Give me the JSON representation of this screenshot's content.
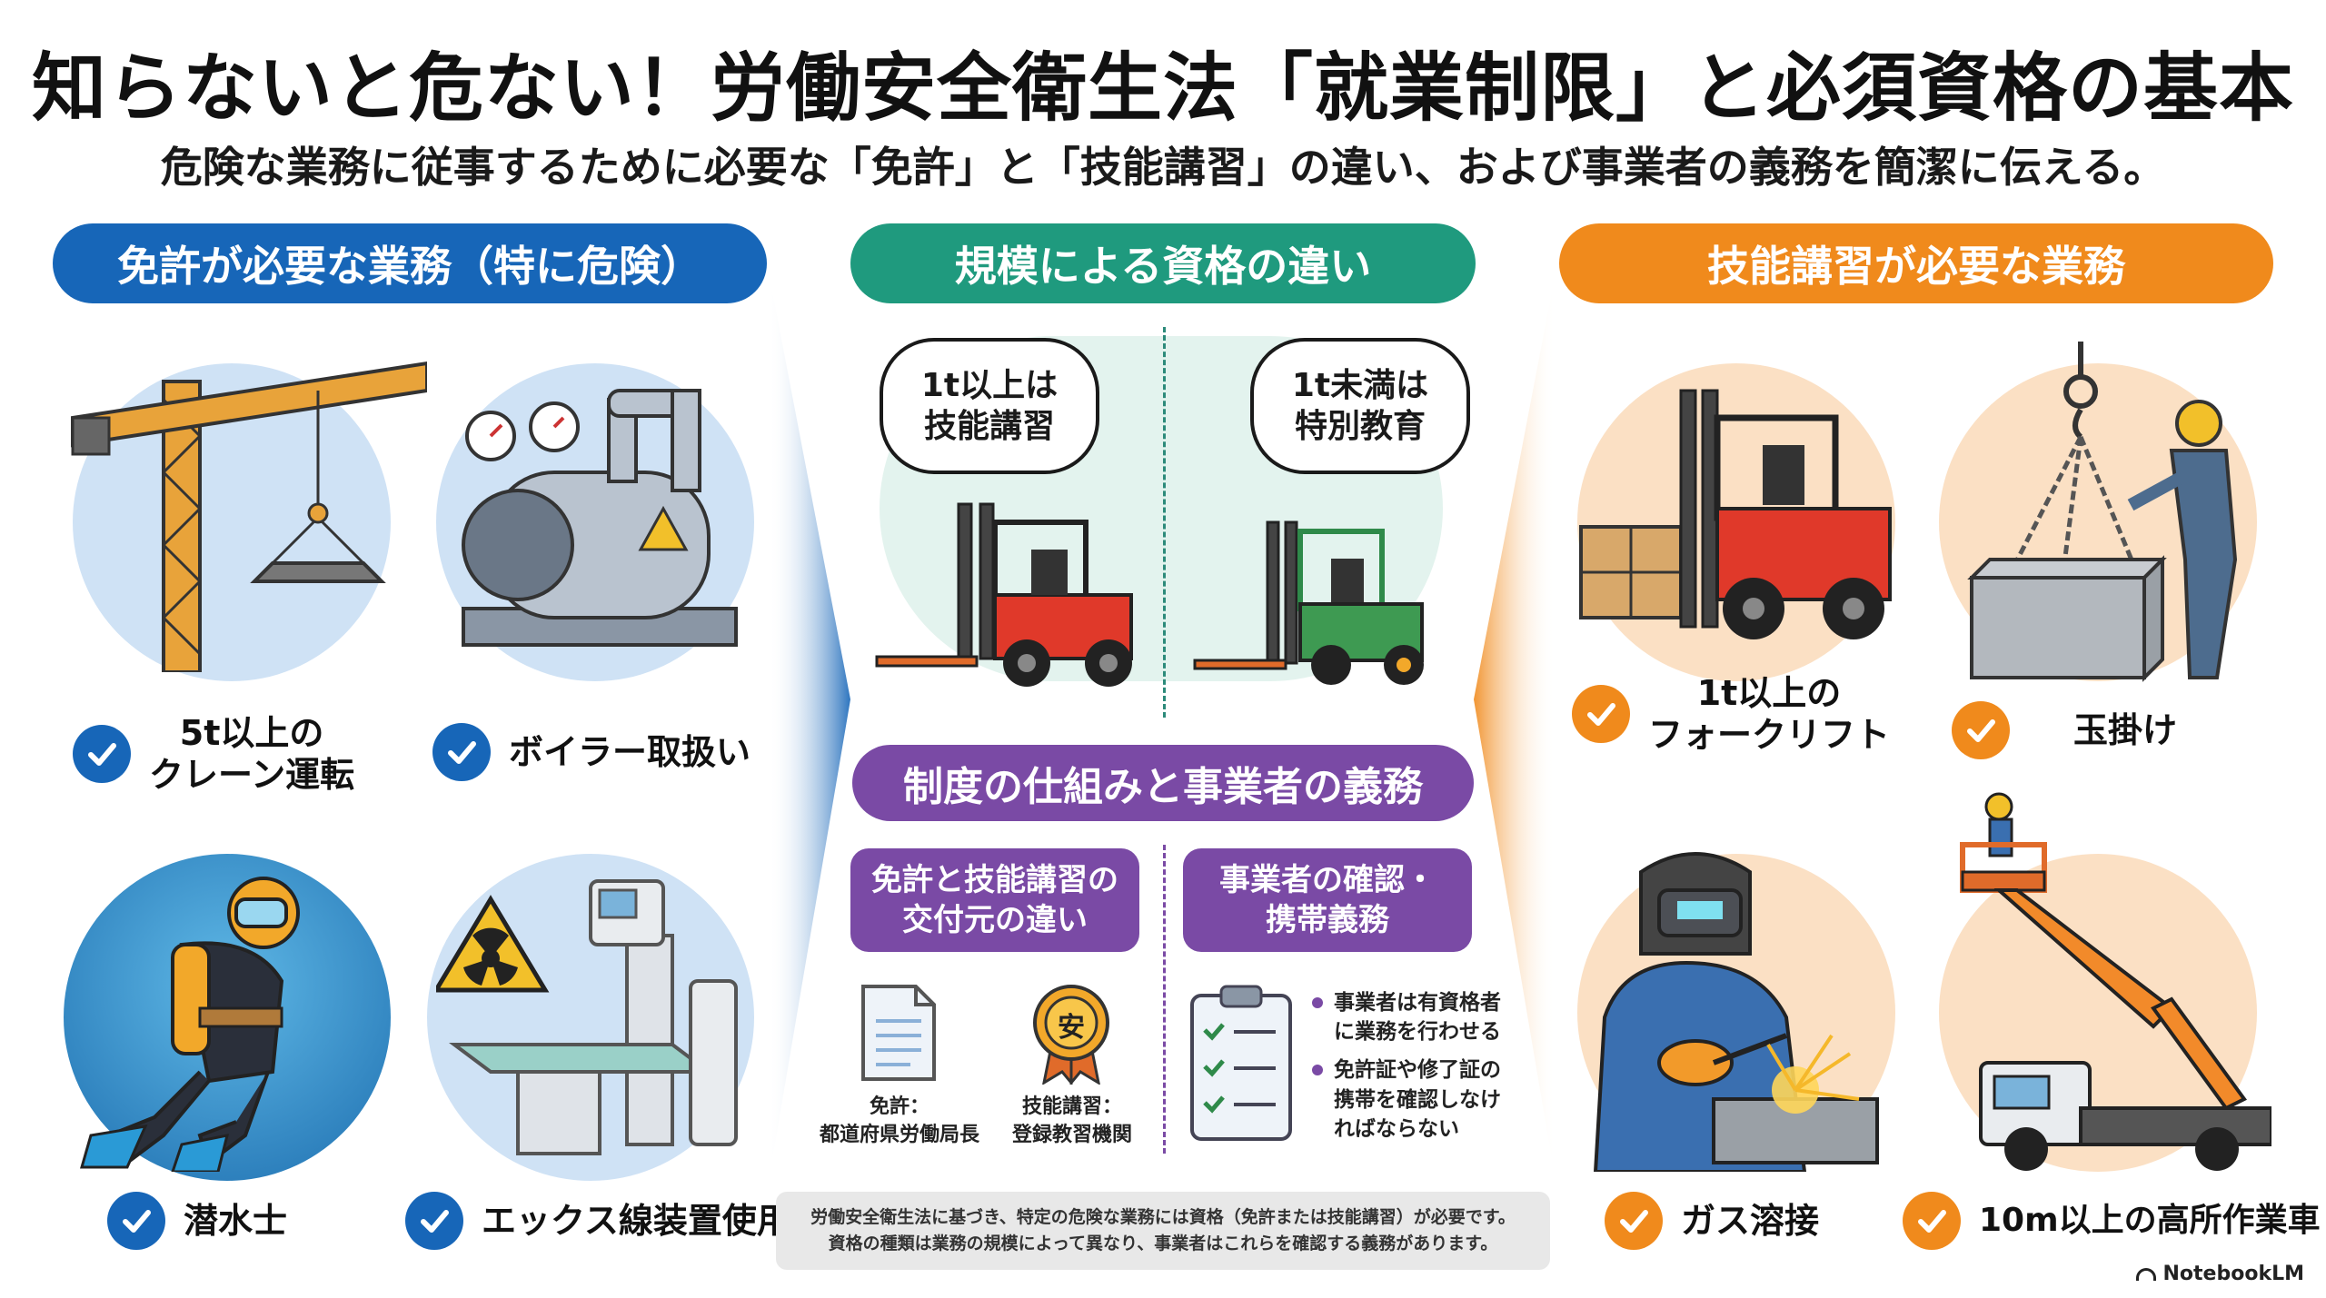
{
  "title": "知らないと危ない！労働安全衛生法「就業制限」と必須資格の基本",
  "subtitle": "危険な業務に従事するために必要な「免許」と「技能講習」の違い、および事業者の義務を簡潔に伝える。",
  "left": {
    "heading": "免許が必要な業務（特に危険）",
    "items": [
      {
        "label": "5t以上の\nクレーン運転",
        "icon": "crane-icon"
      },
      {
        "label": "ボイラー取扱い",
        "icon": "boiler-icon"
      },
      {
        "label": "潜水士",
        "icon": "diver-icon"
      },
      {
        "label": "エックス線装置使用",
        "icon": "xray-machine-icon"
      }
    ]
  },
  "middle": {
    "heading": "規模による資格の違い",
    "bubble_left": "1t以上は\n技能講習",
    "bubble_right": "1t未満は\n特別教育",
    "system_heading": "制度の仕組みと事業者の義務",
    "box_left": "免許と技能講習の\n交付元の違い",
    "box_right": "事業者の確認・\n携帯義務",
    "license_caption": "免許：\n都道府県労働局長",
    "skill_caption": "技能講習：\n登録教習機関",
    "seal_char": "安",
    "bullets": [
      "事業者は有資格者\nに業務を行わせる",
      "免許証や修了証の\n携帯を確認しなけ\nればならない"
    ]
  },
  "right": {
    "heading": "技能講習が必要な業務",
    "items": [
      {
        "label": "1t以上の\nフォークリフト",
        "icon": "forklift-icon"
      },
      {
        "label": "玉掛け",
        "icon": "slinging-icon"
      },
      {
        "label": "ガス溶接",
        "icon": "gas-welding-icon"
      },
      {
        "label": "10m以上の高所作業車",
        "icon": "aerial-work-platform-icon"
      }
    ]
  },
  "footer_note": [
    "労働安全衛生法に基づき、特定の危険な業務には資格（免許または技能講習）が必要です。",
    "資格の種類は業務の規模によって異なり、事業者はこれらを確認する義務があります。"
  ],
  "brand": "NotebookLM",
  "colors": {
    "blue": "#1766b8",
    "teal": "#1f9a7e",
    "orange": "#f08a1c",
    "purple": "#7a4aa5"
  }
}
